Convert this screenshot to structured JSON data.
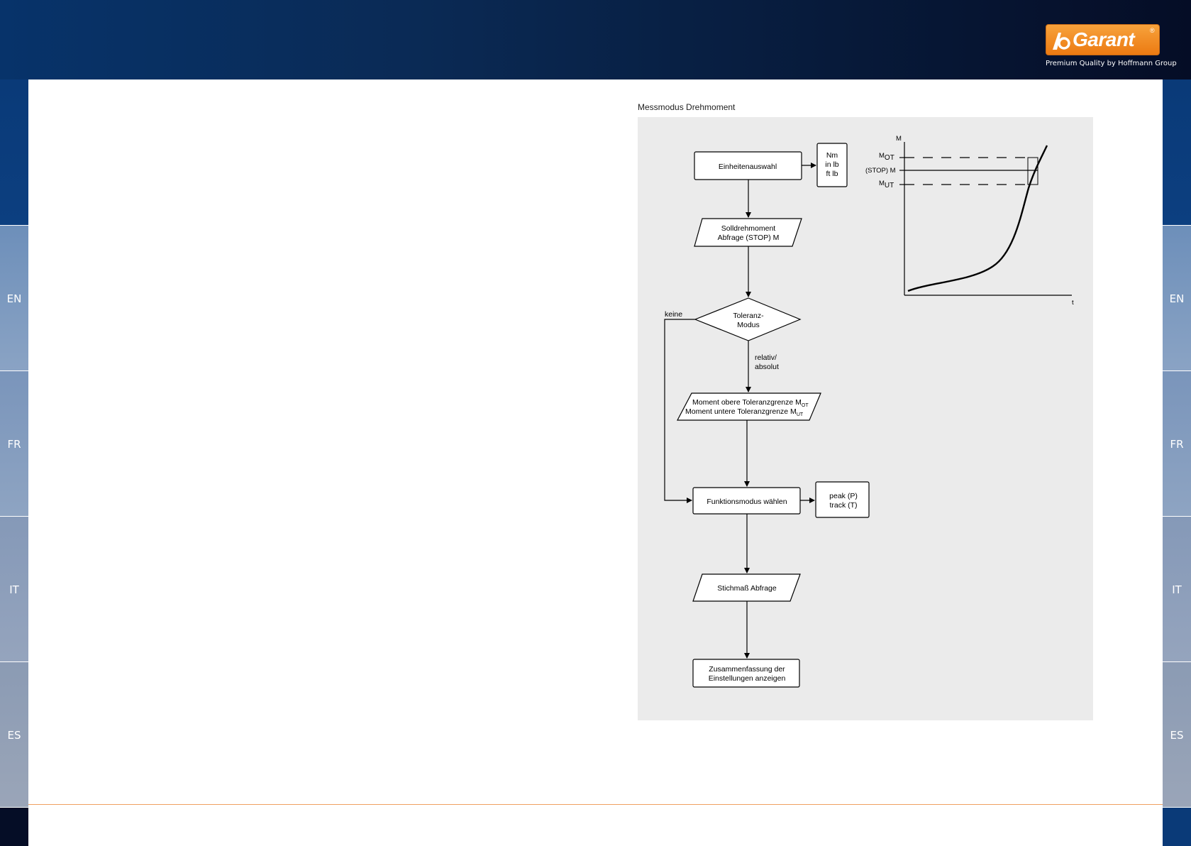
{
  "header": {
    "logo_text": "Garant",
    "logo_reg": "®",
    "tagline": "Premium Quality by Hoffmann Group"
  },
  "sidebar": {
    "languages": [
      "EN",
      "FR",
      "IT",
      "ES"
    ]
  },
  "title": "Messmodus Drehmoment",
  "flowchart": {
    "unit_select": "Einheitenauswahl",
    "units": [
      "Nm",
      "in lb",
      "ft lb"
    ],
    "nominal": [
      "Solldrehmoment",
      "Abfrage (STOP) M"
    ],
    "tolerance": [
      "Toleranz-",
      "Modus"
    ],
    "none_label": "keine",
    "rel_abs": [
      "relativ/",
      "absolut"
    ],
    "limits_upper": "Moment obere Toleranzgrenze M",
    "limits_upper_sub": "OT",
    "limits_lower": "Moment untere Toleranzgrenze M",
    "limits_lower_sub": "UT",
    "function_mode": "Funktionsmodus wählen",
    "modes": [
      "peak (P)",
      "track (T)"
    ],
    "gauge": "Stichmaß Abfrage",
    "summary": [
      "Zusammenfassung der",
      "Einstellungen anzeigen"
    ]
  },
  "graph": {
    "y_axis": "M",
    "x_axis": "t",
    "m_ot": "M",
    "m_ot_sub": "OT",
    "stop_m": "(STOP) M",
    "m_ut": "M",
    "m_ut_sub": "UT"
  },
  "colors": {
    "header_dark": "#050d26",
    "header_blue": "#07336a",
    "logo_orange": "#ec7a12",
    "diagram_bg": "#ebebeb",
    "footer_line": "#f0a060"
  }
}
